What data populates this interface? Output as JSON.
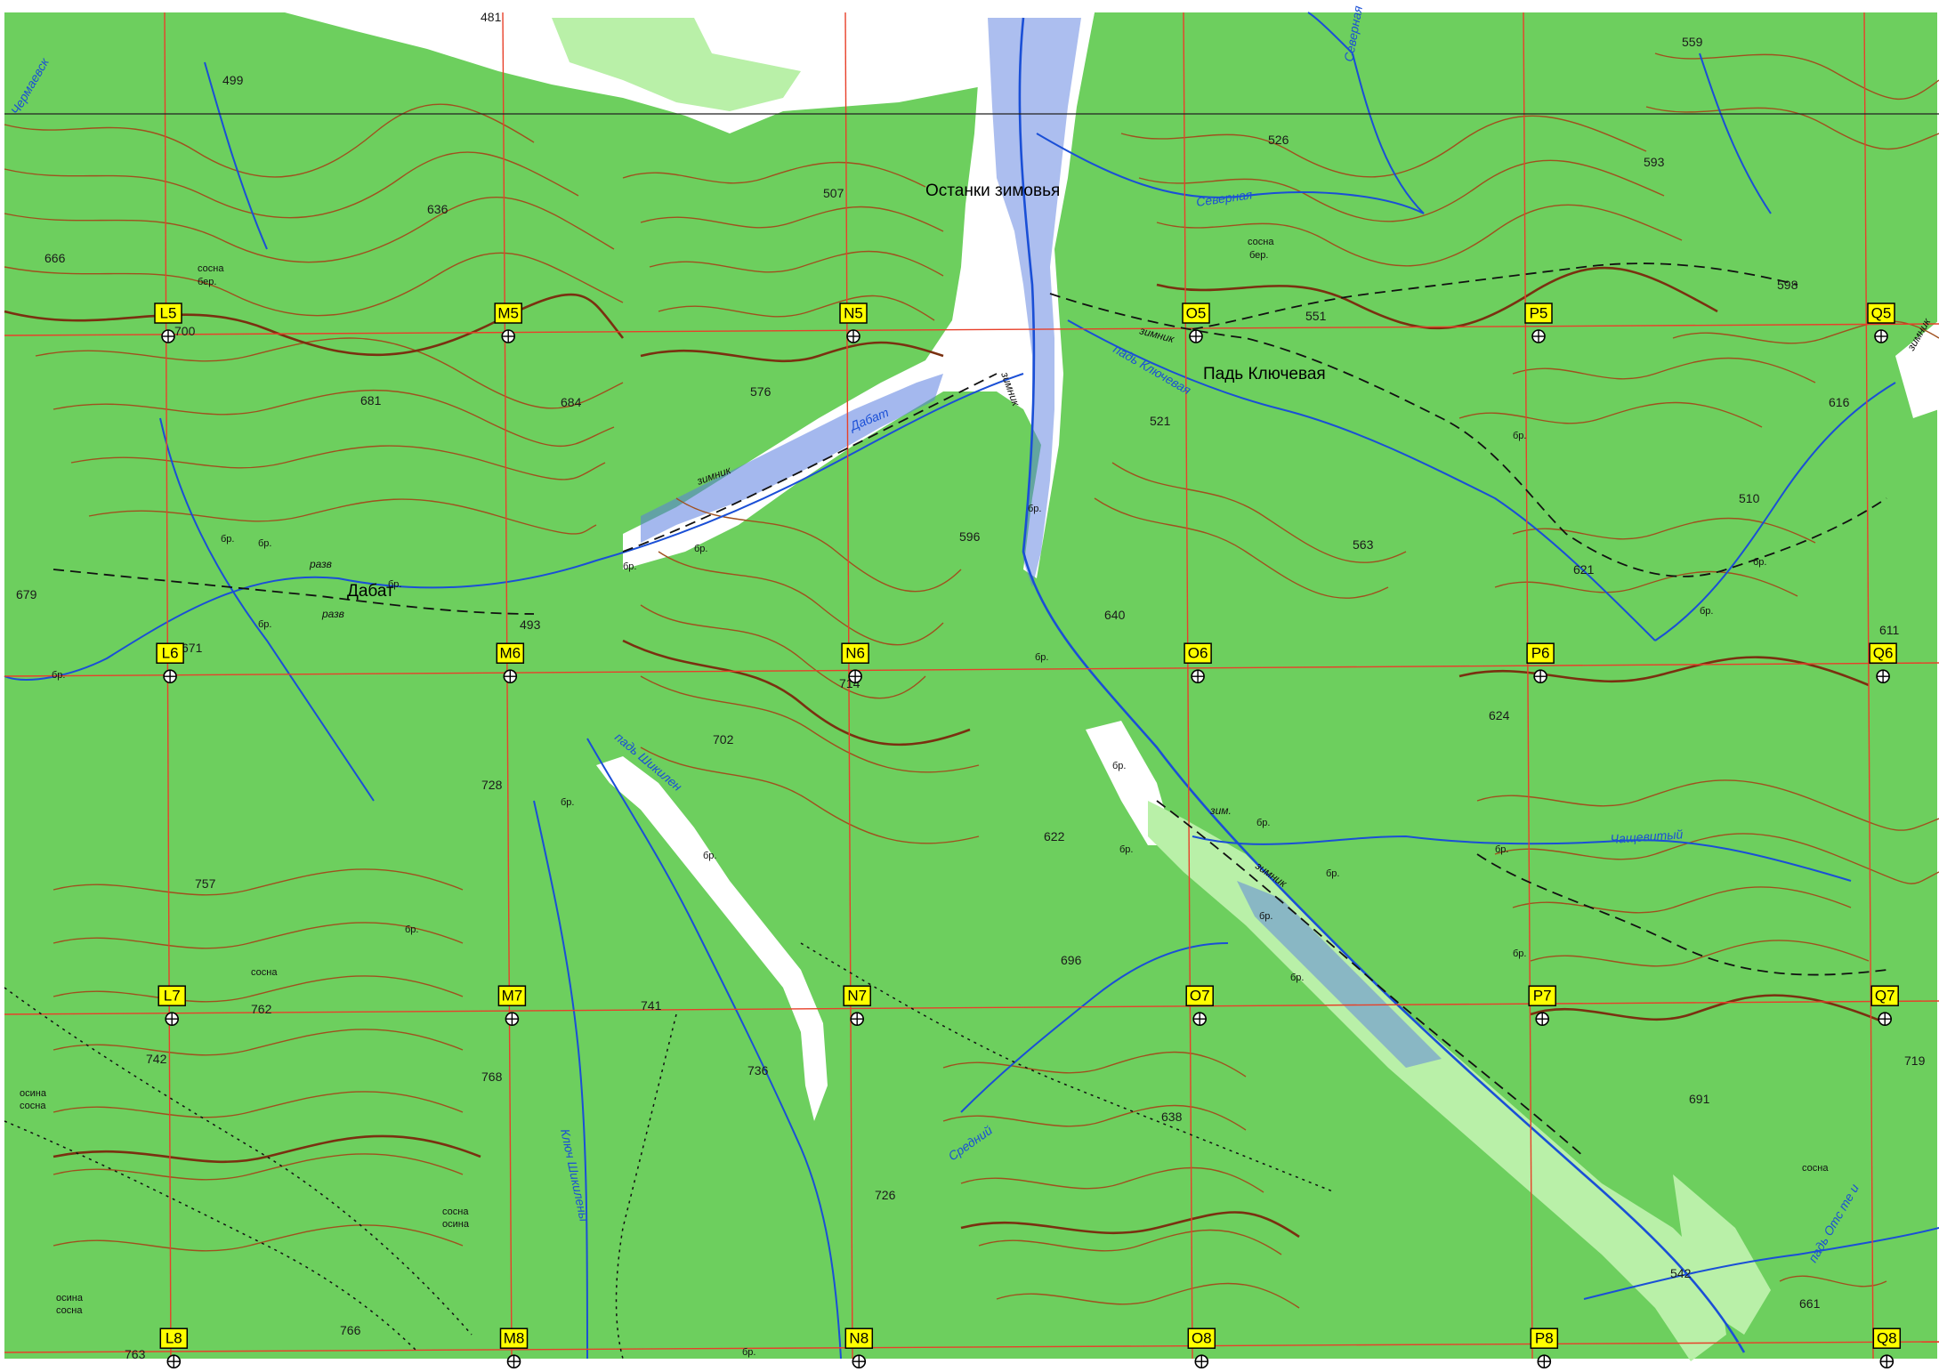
{
  "map": {
    "colors": {
      "forest": "#6dcf5e",
      "meadow": "#b9f0a8",
      "floodplain": "#ffffff",
      "marsh": "#3355cc",
      "contour": "#a0501e",
      "contour_index": "#7a3010",
      "river": "#1a4fd6",
      "grid": "#e8402a",
      "track": "#111111"
    },
    "place_labels": [
      {
        "id": "ostanki",
        "text": "Останки зимовья"
      },
      {
        "id": "dabat",
        "text": "Дабат"
      },
      {
        "id": "pad-klyuchevaya",
        "text": "Падь Ключевая"
      }
    ],
    "river_labels": [
      {
        "id": "severnaya-1",
        "text": "Северная"
      },
      {
        "id": "severnaya-2",
        "text": "Северная"
      },
      {
        "id": "dabat-river",
        "text": "Дабат"
      },
      {
        "id": "chashevitiy",
        "text": "Чащевитый"
      },
      {
        "id": "klyuch-shikileny",
        "text": "Ключ Шикилены"
      },
      {
        "id": "pad-shikilen",
        "text": "падь Шикилен"
      },
      {
        "id": "pad-klyuchevaya-small",
        "text": "падь Ключевая"
      },
      {
        "id": "sredniy",
        "text": "Средний"
      },
      {
        "id": "pad-ots",
        "text": "падь Отс те и"
      },
      {
        "id": "chermaevsk",
        "text": "Чермаевск"
      }
    ],
    "trail_labels": [
      {
        "id": "zimnik-1",
        "text": "зимник"
      },
      {
        "id": "zimnik-2",
        "text": "зимник"
      },
      {
        "id": "zimnik-3",
        "text": "зимник"
      },
      {
        "id": "zimnik-4",
        "text": "зимник"
      },
      {
        "id": "zimnik-5",
        "text": "зимник"
      },
      {
        "id": "zim",
        "text": "зим."
      },
      {
        "id": "razv-1",
        "text": "разв"
      },
      {
        "id": "razv-2",
        "text": "разв"
      }
    ],
    "elevations": [
      {
        "id": "e481",
        "text": "481"
      },
      {
        "id": "e499",
        "text": "499"
      },
      {
        "id": "e559",
        "text": "559"
      },
      {
        "id": "e526",
        "text": "526"
      },
      {
        "id": "e593",
        "text": "593"
      },
      {
        "id": "e507",
        "text": "507"
      },
      {
        "id": "e636",
        "text": "636"
      },
      {
        "id": "e666",
        "text": "666"
      },
      {
        "id": "e700",
        "text": "700"
      },
      {
        "id": "e551",
        "text": "551"
      },
      {
        "id": "e598",
        "text": "598"
      },
      {
        "id": "e681",
        "text": "681"
      },
      {
        "id": "e684",
        "text": "684"
      },
      {
        "id": "e576",
        "text": "576"
      },
      {
        "id": "e521",
        "text": "521"
      },
      {
        "id": "e616",
        "text": "616"
      },
      {
        "id": "e596",
        "text": "596"
      },
      {
        "id": "e563",
        "text": "563"
      },
      {
        "id": "e510",
        "text": "510"
      },
      {
        "id": "e621",
        "text": "621"
      },
      {
        "id": "e679",
        "text": "679"
      },
      {
        "id": "e493",
        "text": "493"
      },
      {
        "id": "e640",
        "text": "640"
      },
      {
        "id": "e611",
        "text": "611"
      },
      {
        "id": "e671",
        "text": "671"
      },
      {
        "id": "e714",
        "text": "714"
      },
      {
        "id": "e624",
        "text": "624"
      },
      {
        "id": "e702",
        "text": "702"
      },
      {
        "id": "e728",
        "text": "728"
      },
      {
        "id": "e622",
        "text": "622"
      },
      {
        "id": "e757",
        "text": "757"
      },
      {
        "id": "e696",
        "text": "696"
      },
      {
        "id": "e762",
        "text": "762"
      },
      {
        "id": "e741",
        "text": "741"
      },
      {
        "id": "e742",
        "text": "742"
      },
      {
        "id": "e719",
        "text": "719"
      },
      {
        "id": "e768",
        "text": "768"
      },
      {
        "id": "e736",
        "text": "736"
      },
      {
        "id": "e691",
        "text": "691"
      },
      {
        "id": "e638",
        "text": "638"
      },
      {
        "id": "e726",
        "text": "726"
      },
      {
        "id": "e542",
        "text": "542"
      },
      {
        "id": "e766",
        "text": "766"
      },
      {
        "id": "e763",
        "text": "763"
      },
      {
        "id": "e661",
        "text": "661"
      }
    ],
    "vegetation_notes": [
      {
        "id": "v1",
        "text": "сосна"
      },
      {
        "id": "v2",
        "text": "бер."
      },
      {
        "id": "v3",
        "text": "сосна"
      },
      {
        "id": "v4",
        "text": "бер."
      },
      {
        "id": "v5",
        "text": "сосна"
      },
      {
        "id": "v6",
        "text": "осина"
      },
      {
        "id": "v7",
        "text": "сосна"
      },
      {
        "id": "v8",
        "text": "сосна"
      },
      {
        "id": "v9",
        "text": "осина"
      },
      {
        "id": "v10",
        "text": "осина"
      },
      {
        "id": "v11",
        "text": "сосна"
      },
      {
        "id": "v12",
        "text": "сосна"
      }
    ],
    "shrub_notes": [
      {
        "id": "b1",
        "text": "бр."
      },
      {
        "id": "b2",
        "text": "бр."
      },
      {
        "id": "b3",
        "text": "бр."
      },
      {
        "id": "b4",
        "text": "бр."
      },
      {
        "id": "b5",
        "text": "бр."
      },
      {
        "id": "b6",
        "text": "бр."
      },
      {
        "id": "b7",
        "text": "бр."
      },
      {
        "id": "b8",
        "text": "бр."
      },
      {
        "id": "b9",
        "text": "бр."
      },
      {
        "id": "b10",
        "text": "бр."
      },
      {
        "id": "b11",
        "text": "бр."
      },
      {
        "id": "b12",
        "text": "бр."
      },
      {
        "id": "b13",
        "text": "бр."
      },
      {
        "id": "b14",
        "text": "бр."
      },
      {
        "id": "b15",
        "text": "бр."
      },
      {
        "id": "b16",
        "text": "бр."
      },
      {
        "id": "b17",
        "text": "бр."
      },
      {
        "id": "b18",
        "text": "бр."
      },
      {
        "id": "b19",
        "text": "бр."
      },
      {
        "id": "b20",
        "text": "бр."
      },
      {
        "id": "b21",
        "text": "бр."
      },
      {
        "id": "b22",
        "text": "бр."
      },
      {
        "id": "b23",
        "text": "бр."
      },
      {
        "id": "b24",
        "text": "бр."
      }
    ],
    "grid_cols": [
      "L",
      "M",
      "N",
      "O",
      "P",
      "Q"
    ],
    "grid_rows": [
      "5",
      "6",
      "7",
      "8"
    ],
    "grid_markers": [
      {
        "id": "L5",
        "text": "L5"
      },
      {
        "id": "M5",
        "text": "M5"
      },
      {
        "id": "N5",
        "text": "N5"
      },
      {
        "id": "O5",
        "text": "O5"
      },
      {
        "id": "P5",
        "text": "P5"
      },
      {
        "id": "Q5",
        "text": "Q5"
      },
      {
        "id": "L6",
        "text": "L6"
      },
      {
        "id": "M6",
        "text": "M6"
      },
      {
        "id": "N6",
        "text": "N6"
      },
      {
        "id": "O6",
        "text": "O6"
      },
      {
        "id": "P6",
        "text": "P6"
      },
      {
        "id": "Q6",
        "text": "Q6"
      },
      {
        "id": "L7",
        "text": "L7"
      },
      {
        "id": "M7",
        "text": "M7"
      },
      {
        "id": "N7",
        "text": "N7"
      },
      {
        "id": "O7",
        "text": "O7"
      },
      {
        "id": "P7",
        "text": "P7"
      },
      {
        "id": "Q7",
        "text": "Q7"
      },
      {
        "id": "L8",
        "text": "L8"
      },
      {
        "id": "M8",
        "text": "M8"
      },
      {
        "id": "N8",
        "text": "N8"
      },
      {
        "id": "O8",
        "text": "O8"
      },
      {
        "id": "P8",
        "text": "P8"
      },
      {
        "id": "Q8",
        "text": "Q8"
      }
    ]
  }
}
